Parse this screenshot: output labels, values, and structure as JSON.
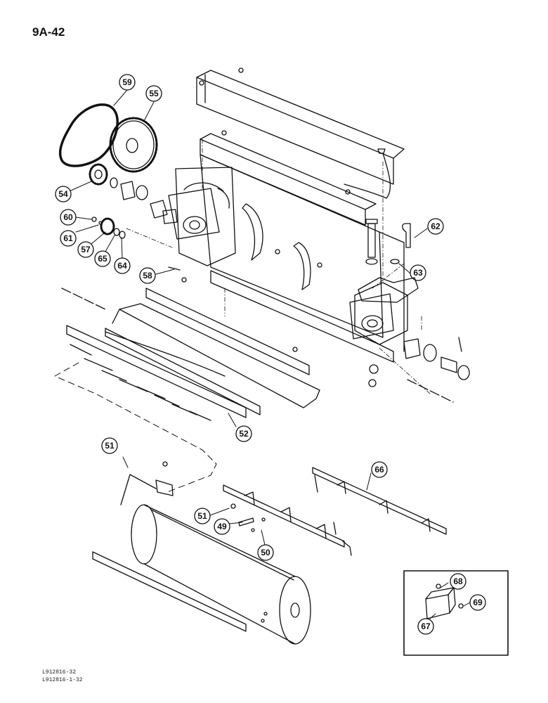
{
  "page": {
    "label": "9A-42",
    "figure_codes": [
      "L912816-32",
      "L912816-1-32"
    ]
  },
  "callouts": [
    {
      "id": "c59",
      "label": "59",
      "target": "drive-chain"
    },
    {
      "id": "c55",
      "label": "55",
      "target": "large-sprocket"
    },
    {
      "id": "c54",
      "label": "54",
      "target": "small-sprocket"
    },
    {
      "id": "c60",
      "label": "60",
      "target": "washer"
    },
    {
      "id": "c61",
      "label": "61",
      "target": "nut"
    },
    {
      "id": "c57",
      "label": "57",
      "target": "idler-sprocket"
    },
    {
      "id": "c65",
      "label": "65",
      "target": "spacer"
    },
    {
      "id": "c64",
      "label": "64",
      "target": "washer"
    },
    {
      "id": "c62",
      "label": "62",
      "target": "bent-pin"
    },
    {
      "id": "c63",
      "label": "63",
      "target": "clip"
    },
    {
      "id": "c58",
      "label": "58",
      "target": "set-screw"
    },
    {
      "id": "c52",
      "label": "52",
      "target": "strip"
    },
    {
      "id": "c51a",
      "label": "51",
      "target": "nut"
    },
    {
      "id": "c66",
      "label": "66",
      "target": "tine-bar"
    },
    {
      "id": "c51b",
      "label": "51",
      "target": "nut"
    },
    {
      "id": "c49",
      "label": "49",
      "target": "pin"
    },
    {
      "id": "c50",
      "label": "50",
      "target": "bolts"
    },
    {
      "id": "c68",
      "label": "68",
      "target": "bolt"
    },
    {
      "id": "c69",
      "label": "69",
      "target": "nut"
    },
    {
      "id": "c67",
      "label": "67",
      "target": "bracket"
    }
  ]
}
